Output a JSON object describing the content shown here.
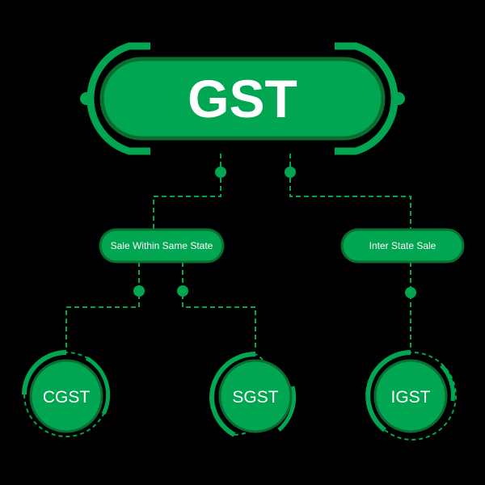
{
  "colors": {
    "background": "#000000",
    "green": "#00a651",
    "dark_green": "#0a6e30",
    "text": "#ffffff"
  },
  "diagram": {
    "root": {
      "label": "GST"
    },
    "branches": [
      {
        "id": "same_state",
        "label": "Sale Within Same State"
      },
      {
        "id": "inter_state",
        "label": "Inter State Sale"
      }
    ],
    "leaves": [
      {
        "id": "cgst",
        "label": "CGST",
        "parent": "same_state"
      },
      {
        "id": "sgst",
        "label": "SGST",
        "parent": "same_state"
      },
      {
        "id": "igst",
        "label": "IGST",
        "parent": "inter_state"
      }
    ]
  }
}
